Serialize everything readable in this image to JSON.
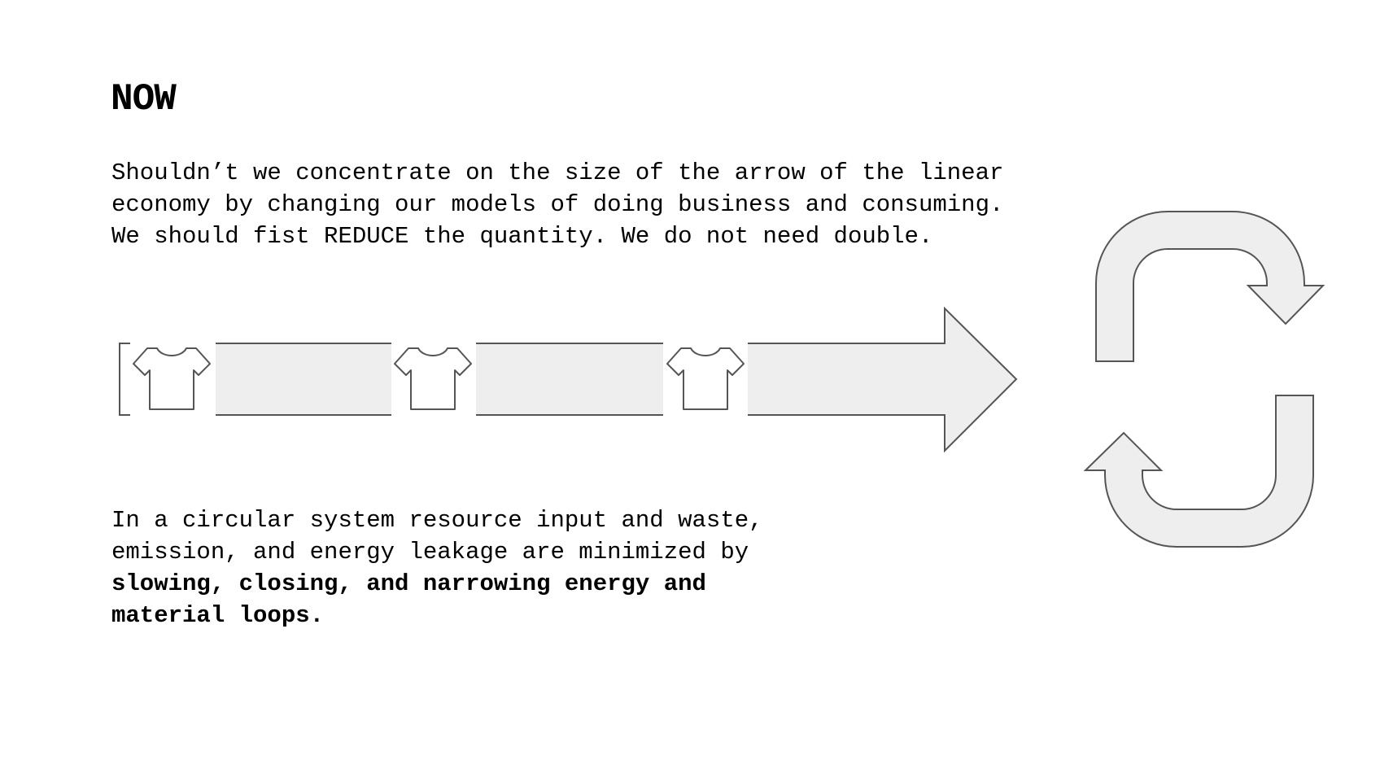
{
  "slide": {
    "title": "NOW",
    "top_paragraph": {
      "lines": [
        "Shouldn’t we concentrate on the size of the arrow of the linear",
        "economy by changing our models of doing business and consuming.",
        "We should fist REDUCE the quantity. We do not need double."
      ]
    },
    "bottom_paragraph": {
      "line1": "In a circular system resource input and waste,",
      "line2": "emission, and energy leakage are minimized by",
      "bold_line1": "slowing, closing, and narrowing energy and",
      "bold_line2": "material loops."
    }
  },
  "diagram": {
    "linear_arrow": {
      "fill": "#eeeeee",
      "stroke": "#555555",
      "tshirt_count": 3
    },
    "circular_arrows": {
      "fill": "#eeeeee",
      "stroke": "#555555",
      "count": 2
    }
  }
}
